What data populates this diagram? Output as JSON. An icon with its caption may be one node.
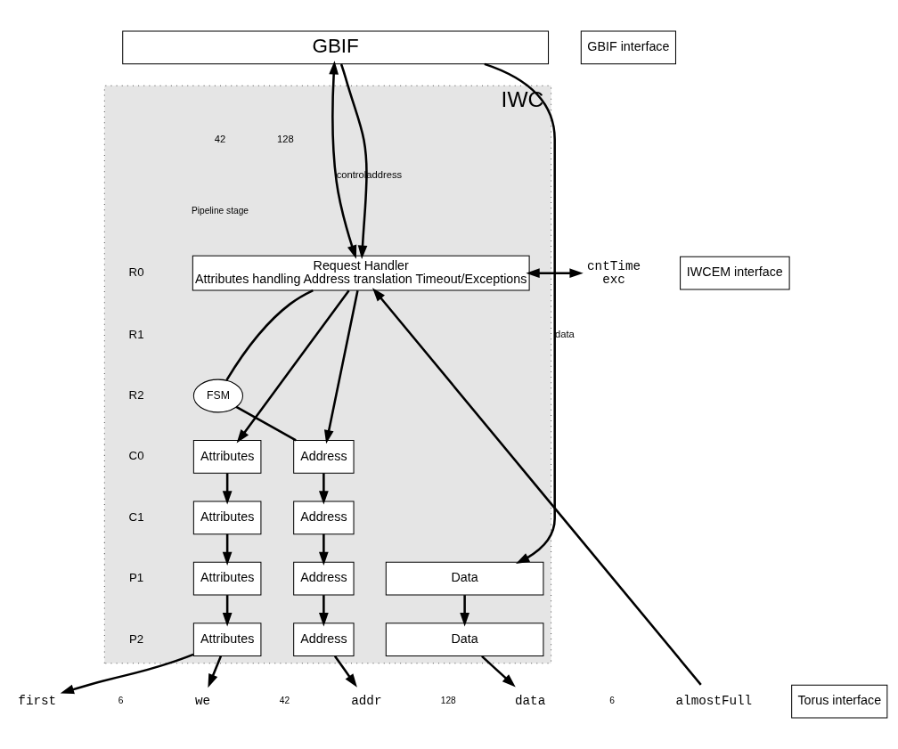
{
  "diagram": {
    "nodes": [
      {
        "text": [
          "GBIF"
        ]
      },
      {
        "text": [
          "IWC"
        ]
      },
      {
        "text": [
          "Request Handler",
          "Attributes handling Address translation Timeout/Exceptions"
        ],
        "in": 1
      },
      {
        "text": [
          "FSM"
        ],
        "in": 1
      },
      {
        "text": [
          "Attributes"
        ],
        "in": 1
      },
      {
        "text": [
          "Address"
        ],
        "in": 1
      },
      {
        "text": [
          "Attributes"
        ],
        "in": 1
      },
      {
        "text": [
          "Address"
        ],
        "in": 1
      },
      {
        "text": [
          "Attributes"
        ],
        "in": 1
      },
      {
        "text": [
          "Address"
        ],
        "in": 1
      },
      {
        "text": [
          "Data"
        ],
        "in": 1
      },
      {
        "text": [
          "Attributes"
        ],
        "in": 1
      },
      {
        "text": [
          "Address"
        ],
        "in": 1
      },
      {
        "text": [
          "Data"
        ],
        "in": 1
      },
      {
        "text": [
          "first"
        ]
      },
      {
        "text": [
          "we"
        ]
      },
      {
        "text": [
          "addr"
        ]
      },
      {
        "text": [
          "data"
        ]
      },
      {
        "text": [
          "almostFull"
        ]
      },
      {
        "text": [
          "cntTime",
          "exc"
        ]
      },
      {
        "text": [
          "GBIF interface"
        ]
      },
      {
        "text": [
          "IWCEM interface"
        ]
      },
      {
        "text": [
          "Torus interface"
        ]
      }
    ],
    "edges": [
      {
        "from": 0,
        "to": 2,
        "arrow": "both",
        "label": "control"
      },
      {
        "from": 0,
        "to": 2,
        "arrow": "to",
        "label": "address"
      },
      {
        "from": 0,
        "to": 10,
        "arrow": "to",
        "label": "data"
      },
      {
        "from": 2,
        "to": 19,
        "arrow": "both"
      },
      {
        "from": 18,
        "to": 2,
        "arrow": "to"
      },
      {
        "from": 2,
        "to": 3,
        "arrow": "none"
      },
      {
        "from": 3,
        "to": 5,
        "arrow": "none"
      },
      {
        "from": 2,
        "to": 4,
        "arrow": "to"
      },
      {
        "from": 2,
        "to": 5,
        "arrow": "to"
      },
      {
        "from": 4,
        "to": 6,
        "arrow": "to"
      },
      {
        "from": 5,
        "to": 7,
        "arrow": "to"
      },
      {
        "from": 6,
        "to": 8,
        "arrow": "to"
      },
      {
        "from": 7,
        "to": 9,
        "arrow": "to"
      },
      {
        "from": 8,
        "to": 11,
        "arrow": "to"
      },
      {
        "from": 9,
        "to": 12,
        "arrow": "to"
      },
      {
        "from": 10,
        "to": 13,
        "arrow": "to"
      },
      {
        "from": 11,
        "to": 14,
        "arrow": "to"
      },
      {
        "from": 11,
        "to": 15,
        "arrow": "to"
      },
      {
        "from": 12,
        "to": 16,
        "arrow": "to"
      },
      {
        "from": 13,
        "to": 17,
        "arrow": "to"
      }
    ],
    "labels": [
      "42",
      "128",
      "Pipeline stage",
      "R0",
      "R1",
      "R2",
      "C0",
      "C1",
      "P1",
      "P2",
      "6",
      "42",
      "128",
      "6"
    ]
  }
}
